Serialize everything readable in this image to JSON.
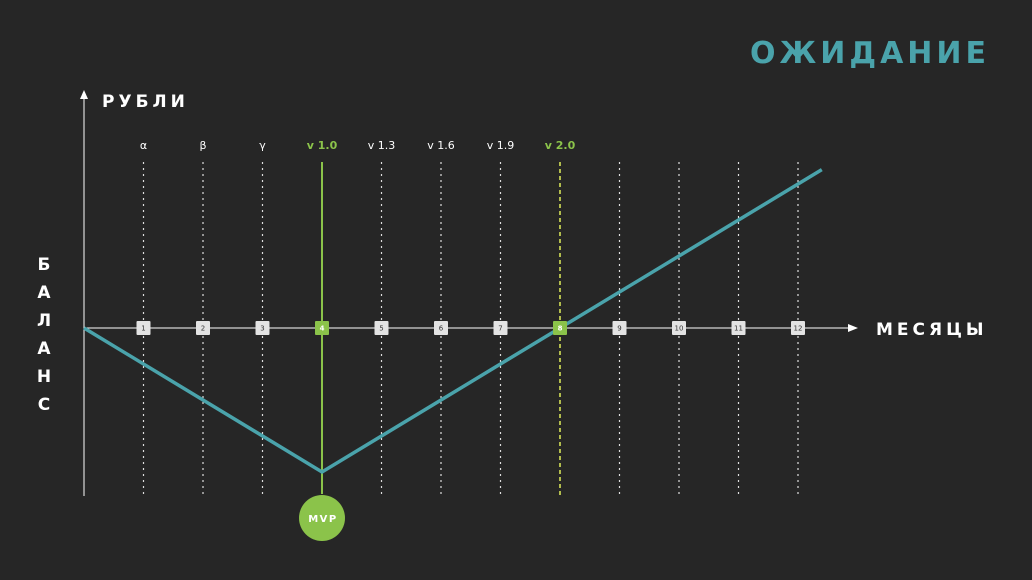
{
  "slide": {
    "title": "ОЖИДАНИЕ"
  },
  "colors": {
    "background": "#262626",
    "title": "#4aa3ab",
    "line": "#4aa3ab",
    "highlight": "#8bc34a",
    "text": "#ffffff",
    "grid": "#ffffff"
  },
  "chart_data": {
    "type": "line",
    "title": "",
    "xlabel": "МЕСЯЦЫ",
    "ylabel": "РУБЛИ",
    "side_label": [
      "Б",
      "А",
      "Л",
      "А",
      "Н",
      "С"
    ],
    "months": [
      "1",
      "2",
      "3",
      "4",
      "5",
      "6",
      "7",
      "8",
      "9",
      "10",
      "11",
      "12"
    ],
    "highlighted_months": [
      "4",
      "8"
    ],
    "versions": [
      {
        "label": "α",
        "month": 1,
        "highlight": false
      },
      {
        "label": "β",
        "month": 2,
        "highlight": false
      },
      {
        "label": "γ",
        "month": 3,
        "highlight": false
      },
      {
        "label": "v 1.0",
        "month": 4,
        "highlight": true
      },
      {
        "label": "v 1.3",
        "month": 5,
        "highlight": false
      },
      {
        "label": "v 1.6",
        "month": 6,
        "highlight": false
      },
      {
        "label": "v 1.9",
        "month": 7,
        "highlight": false
      },
      {
        "label": "v 2.0",
        "month": 8,
        "highlight": true
      }
    ],
    "series": [
      {
        "values": [
          {
            "x": 0,
            "y": 0
          },
          {
            "x": 4,
            "y": -4
          },
          {
            "x": 8,
            "y": 0
          },
          {
            "x": 12.4,
            "y": 4.4
          }
        ]
      }
    ],
    "annotations": [
      {
        "label": "MVP",
        "month": 4
      }
    ],
    "xlim": [
      0,
      12.4
    ],
    "ylim": [
      -4,
      4.4
    ],
    "grid": "vertical-dotted"
  }
}
